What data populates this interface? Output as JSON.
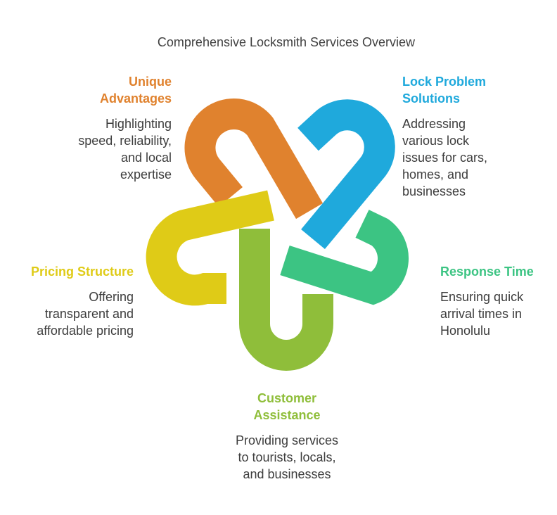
{
  "title": "Comprehensive Locksmith Services Overview",
  "colors": {
    "orange": "#E0822E",
    "blue": "#1FA9DC",
    "teal": "#3CC483",
    "green": "#8FBE3A",
    "yellow": "#DFCB17"
  },
  "sections": {
    "unique": {
      "heading": "Unique Advantages",
      "heading_lines": [
        "Unique",
        "Advantages"
      ],
      "body_lines": [
        "Highlighting",
        "speed, reliability,",
        "and local",
        "expertise"
      ]
    },
    "lock": {
      "heading": "Lock Problem Solutions",
      "heading_lines": [
        "Lock Problem",
        "Solutions"
      ],
      "body_lines": [
        "Addressing",
        "various lock",
        "issues for cars,",
        "homes, and",
        "businesses"
      ]
    },
    "response": {
      "heading": "Response Time",
      "heading_lines": [
        "Response Time"
      ],
      "body_lines": [
        "Ensuring quick",
        "arrival times in",
        "Honolulu"
      ]
    },
    "customer": {
      "heading": "Customer Assistance",
      "heading_lines": [
        "Customer",
        "Assistance"
      ],
      "body_lines": [
        "Providing services",
        "to tourists, locals,",
        "and businesses"
      ]
    },
    "pricing": {
      "heading": "Pricing Structure",
      "heading_lines": [
        "Pricing Structure"
      ],
      "body_lines": [
        "Offering",
        "transparent and",
        "affordable pricing"
      ]
    }
  }
}
